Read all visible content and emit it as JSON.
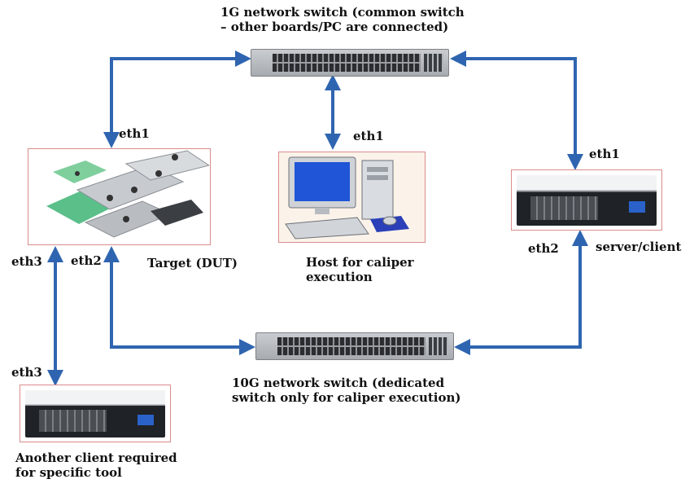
{
  "labels": {
    "switch_1g": "1G network switch (common switch\n– other boards/PC are connected)",
    "switch_10g": "10G network switch (dedicated\nswitch only for caliper execution)",
    "dut_eth1": "eth1",
    "dut_eth2": "eth2",
    "dut_eth3": "eth3",
    "target": "Target (DUT)",
    "host_eth1": "eth1",
    "host": "Host for caliper\nexecution",
    "server_eth1": "eth1",
    "server_eth2": "eth2",
    "server": "server/client",
    "client_eth3": "eth3",
    "client": "Another client required\nfor specific tool"
  },
  "colors": {
    "connector": "#2f65b0",
    "box_border": "#d98c8c"
  }
}
